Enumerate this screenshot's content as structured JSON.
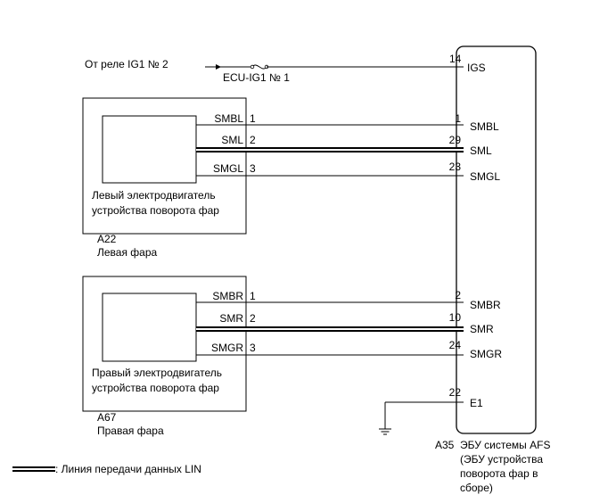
{
  "supply": {
    "source_label": "От реле IG1 № 2",
    "fuse_label": "ECU-IG1 № 1",
    "pin": "14",
    "terminal": "IGS"
  },
  "left_unit": {
    "name_line1": "Левый электродвигатель",
    "name_line2": "устройства поворота фар",
    "code": "A22",
    "title": "Левая фара",
    "wires": [
      {
        "signal": "SMBL",
        "local_pin": "1",
        "ecu_pin": "1",
        "ecu_terminal": "SMBL",
        "lin": false
      },
      {
        "signal": "SML",
        "local_pin": "2",
        "ecu_pin": "29",
        "ecu_terminal": "SML",
        "lin": true
      },
      {
        "signal": "SMGL",
        "local_pin": "3",
        "ecu_pin": "23",
        "ecu_terminal": "SMGL",
        "lin": false
      }
    ]
  },
  "right_unit": {
    "name_line1": "Правый электродвигатель",
    "name_line2": "устройства поворота фар",
    "code": "A67",
    "title": "Правая фара",
    "wires": [
      {
        "signal": "SMBR",
        "local_pin": "1",
        "ecu_pin": "2",
        "ecu_terminal": "SMBR",
        "lin": false
      },
      {
        "signal": "SMR",
        "local_pin": "2",
        "ecu_pin": "10",
        "ecu_terminal": "SMR",
        "lin": true
      },
      {
        "signal": "SMGR",
        "local_pin": "3",
        "ecu_pin": "24",
        "ecu_terminal": "SMGR",
        "lin": false
      }
    ]
  },
  "ground": {
    "pin": "22",
    "terminal": "E1"
  },
  "ecu": {
    "code": "A35",
    "name_line1": "ЭБУ системы AFS",
    "name_line2": "(ЭБУ устройства",
    "name_line3": "поворота фар в",
    "name_line4": "сборе)"
  },
  "legend": {
    "text": ": Линия передачи данных LIN"
  }
}
